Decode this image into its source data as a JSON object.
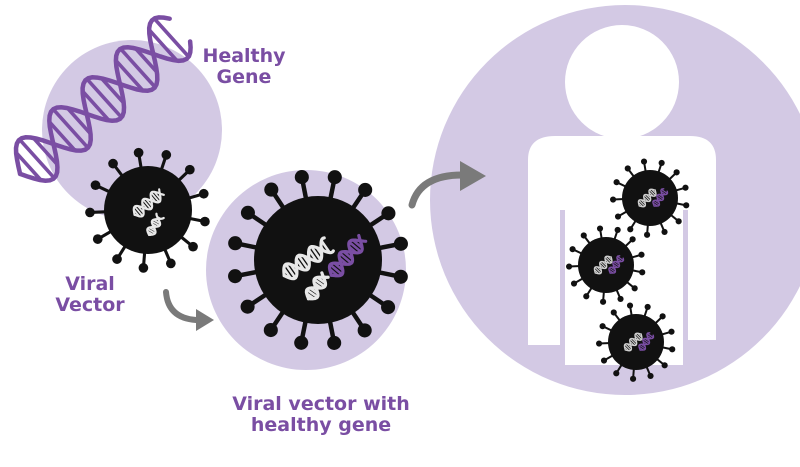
{
  "labels": {
    "healthy_gene": [
      "Healthy",
      "Gene"
    ],
    "viral_vector": [
      "Viral",
      "Vector"
    ],
    "viral_vector_with_gene": [
      "Viral vector with",
      "healthy gene"
    ]
  },
  "colors": {
    "accent_purple": "#7a4ea3",
    "light_purple": "#d3c9e4",
    "virus_black": "#111111",
    "arrow_gray": "#7a7a7a",
    "body_white": "#ffffff"
  },
  "icons": {
    "helix": "dna-helix-icon",
    "virus": "virus-particle-icon",
    "arrow": "curved-arrow-icon",
    "person": "person-silhouette-icon"
  }
}
